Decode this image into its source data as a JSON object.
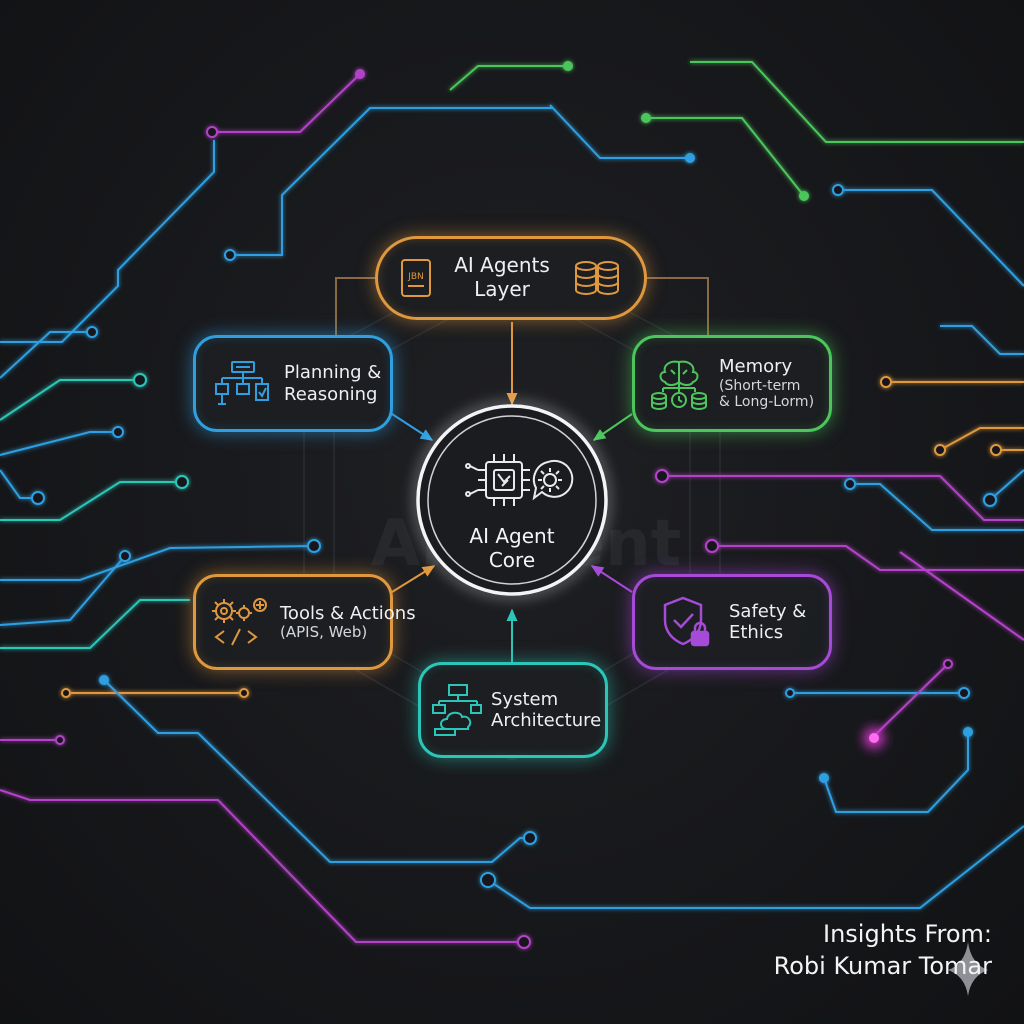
{
  "nodes": {
    "top": {
      "label_line1": "AI Agents",
      "label_line2": "Layer",
      "color": "#e0983e"
    },
    "plan": {
      "label_line1": "Planning &",
      "label_line2": "Reasoning",
      "color": "#2f9fe0"
    },
    "memory": {
      "label": "Memory",
      "sub_line1": "(Short-term",
      "sub_line2": "& Long-Lorm)",
      "color": "#4cc65c"
    },
    "tools": {
      "label": "Tools & Actions",
      "sub": "(APIS, Web)",
      "color": "#e0983e"
    },
    "safety": {
      "label_line1": "Safety &",
      "label_line2": "Ethics",
      "color": "#a64ad8"
    },
    "system": {
      "label_line1": "System",
      "label_line2": "Architecture",
      "color": "#2cc6b8"
    }
  },
  "core": {
    "label_line1": "AI Agent",
    "label_line2": "Core",
    "watermark": "AI Agent"
  },
  "top_icon": {
    "glyph_text": "JBN"
  },
  "credit": {
    "line1": "Insights From:",
    "line2": "Robi Kumar Tomar"
  },
  "colors": {
    "orange": "#e0983e",
    "blue": "#2f9fe0",
    "green": "#4cc65c",
    "purple": "#a64ad8",
    "teal": "#2cc6b8",
    "magenta": "#e03ad8",
    "background": "#17181b"
  },
  "icons": [
    "document-icon",
    "database-icon",
    "flowchart-icon",
    "brain-icon",
    "gears-icon",
    "code-icon",
    "shield-lock-icon",
    "cloud-network-icon",
    "chip-icon",
    "gear-bubble-icon",
    "sparkle-icon"
  ]
}
